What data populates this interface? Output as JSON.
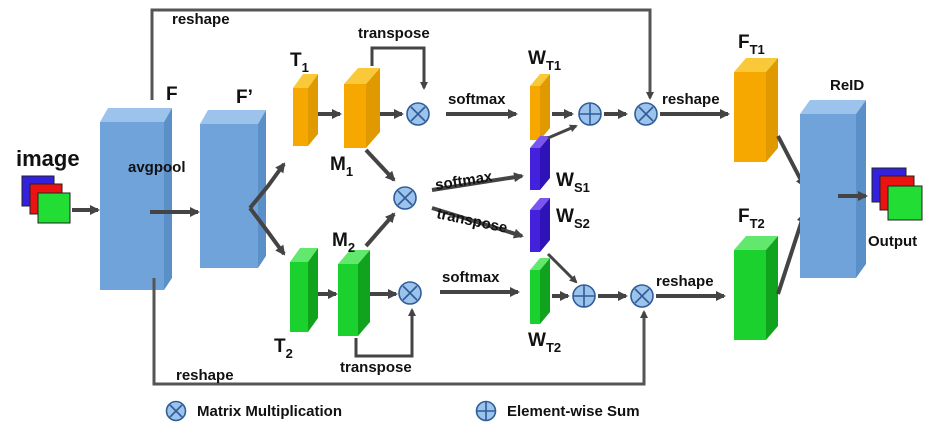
{
  "labels": {
    "image": "image",
    "F": "F",
    "F_prime": "F’",
    "avgpool": "avgpool",
    "reshape": "reshape",
    "transpose": "transpose",
    "softmax": "softmax",
    "T": "T",
    "M": "M",
    "W": "W",
    "F_out": "F",
    "sub_1": "1",
    "sub_2": "2",
    "sub_T1": "T1",
    "sub_T2": "T2",
    "sub_S1": "S1",
    "sub_S2": "S2",
    "ReID": "ReID",
    "Output": "Output"
  },
  "legend": {
    "matmul": "Matrix Multiplication",
    "sum": "Element-wise Sum"
  },
  "colors": {
    "input_blue": "#3322dd",
    "input_red": "#ee1111",
    "input_green": "#22dd33",
    "feature_blue": "#6fa3da",
    "feature_blue_side": "#9cc3ec",
    "orange": "#f7a800",
    "orange_side": "#f9c93a",
    "green": "#1bd12d",
    "green_side": "#63e86e",
    "purple": "#4422dd",
    "purple_side": "#7a55f0",
    "operator_fill": "#9cc3ec",
    "operator_stroke": "#2f5d9a",
    "arrow": "#444444"
  }
}
